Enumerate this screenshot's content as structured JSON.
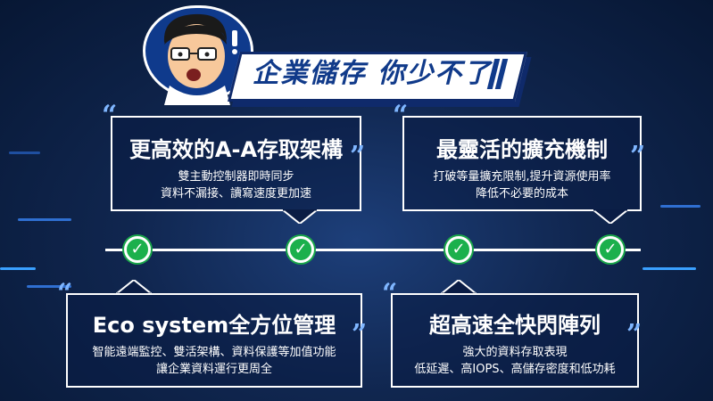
{
  "banner": {
    "title": "企業儲存 你少不了"
  },
  "features": [
    {
      "title": "更高效的A-A存取架構",
      "lines": [
        "雙主動控制器即時同步",
        "資料不漏接、讀寫速度更加速"
      ]
    },
    {
      "title": "最靈活的擴充機制",
      "lines": [
        "打破等量擴充限制,提升資源使用率",
        "降低不必要的成本"
      ]
    },
    {
      "title": "Eco system全方位管理",
      "lines": [
        "智能遠端監控、雙活架構、資料保護等加值功能",
        "讓企業資料運行更周全"
      ]
    },
    {
      "title": "超高速全快閃陣列",
      "lines": [
        "強大的資料存取表現",
        "低延遲、高IOPS、高儲存密度和低功耗"
      ]
    }
  ],
  "colors": {
    "accent_blue": "#103a8a",
    "check_green": "#1bb04c",
    "quote_blue": "#7fb6ff"
  },
  "icons": [
    "check-icon",
    "quote-open-icon",
    "quote-close-icon",
    "character-icon"
  ]
}
